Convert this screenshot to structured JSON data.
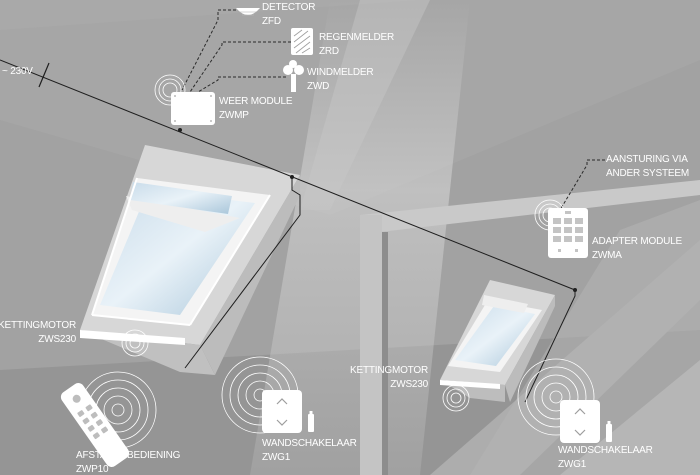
{
  "labels": {
    "detector": [
      "DETECTOR",
      "ZFD"
    ],
    "regenmelder": [
      "REGENMELDER",
      "ZRD"
    ],
    "windmelder": [
      "WINDMELDER",
      "ZWD"
    ],
    "weer_module": [
      "WEER MODULE",
      "ZWMP"
    ],
    "voltage": "~ 230V",
    "aansturing": [
      "AANSTURING VIA",
      "ANDER SYSTEEM"
    ],
    "adapter_module": [
      "ADAPTER MODULE",
      "ZWMA"
    ],
    "kettingmotor_left": [
      "KETTINGMOTOR",
      "ZWS230"
    ],
    "kettingmotor_right": [
      "KETTINGMOTOR",
      "ZWS230"
    ],
    "afstandsbediening": [
      "AFSTANDSBEDIENING",
      "ZWP10"
    ],
    "wandschakelaar_left": [
      "WANDSCHAKELAAR",
      "ZWG1"
    ],
    "wandschakelaar_right": [
      "WANDSCHAKELAAR",
      "ZWG1"
    ]
  },
  "icons": {
    "detector": "detector-icon",
    "rain_sensor": "rain-sensor-icon",
    "wind_sensor": "wind-sensor-icon",
    "weather_module": "weather-module-icon",
    "adapter_module": "adapter-module-icon",
    "remote": "remote-control-icon",
    "wall_switch": "wall-switch-icon",
    "wireless": "wireless-signal-icon"
  },
  "colors": {
    "background": "#9a9a9a",
    "wall_light": "#b9b9b9",
    "device": "#ffffff",
    "wire": "#1f1f1f"
  }
}
